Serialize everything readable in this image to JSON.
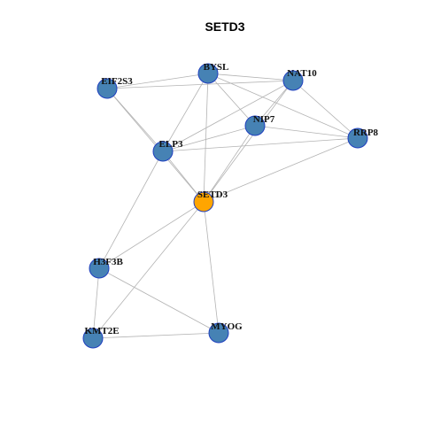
{
  "title": "SETD3",
  "colors": {
    "focus_node_fill": "#FFA500",
    "node_fill": "#4682B4",
    "node_stroke": "#1f3fbf",
    "edge": "#b3b3b3"
  },
  "nodes": [
    {
      "id": "BYSL",
      "label": "BYSL",
      "focus": false
    },
    {
      "id": "NAT10",
      "label": "NAT10",
      "focus": false
    },
    {
      "id": "EIF2S3",
      "label": "EIF2S3",
      "focus": false
    },
    {
      "id": "NIP7",
      "label": "NIP7",
      "focus": false
    },
    {
      "id": "RRP8",
      "label": "RRP8",
      "focus": false
    },
    {
      "id": "ELP3",
      "label": "ELP3",
      "focus": false
    },
    {
      "id": "SETD3",
      "label": "SETD3",
      "focus": true
    },
    {
      "id": "H3F3B",
      "label": "H3F3B",
      "focus": false
    },
    {
      "id": "MYOG",
      "label": "MYOG",
      "focus": false
    },
    {
      "id": "KMT2E",
      "label": "KMT2E",
      "focus": false
    }
  ],
  "edges": [
    [
      "EIF2S3",
      "BYSL"
    ],
    [
      "EIF2S3",
      "NAT10"
    ],
    [
      "EIF2S3",
      "ELP3"
    ],
    [
      "EIF2S3",
      "SETD3"
    ],
    [
      "BYSL",
      "NAT10"
    ],
    [
      "BYSL",
      "NIP7"
    ],
    [
      "BYSL",
      "RRP8"
    ],
    [
      "BYSL",
      "ELP3"
    ],
    [
      "BYSL",
      "SETD3"
    ],
    [
      "NAT10",
      "NIP7"
    ],
    [
      "NAT10",
      "RRP8"
    ],
    [
      "NAT10",
      "ELP3"
    ],
    [
      "NAT10",
      "SETD3"
    ],
    [
      "NIP7",
      "RRP8"
    ],
    [
      "NIP7",
      "ELP3"
    ],
    [
      "NIP7",
      "SETD3"
    ],
    [
      "RRP8",
      "ELP3"
    ],
    [
      "RRP8",
      "SETD3"
    ],
    [
      "ELP3",
      "SETD3"
    ],
    [
      "ELP3",
      "H3F3B"
    ],
    [
      "SETD3",
      "H3F3B"
    ],
    [
      "SETD3",
      "MYOG"
    ],
    [
      "SETD3",
      "KMT2E"
    ],
    [
      "H3F3B",
      "KMT2E"
    ],
    [
      "H3F3B",
      "MYOG"
    ],
    [
      "KMT2E",
      "MYOG"
    ]
  ]
}
